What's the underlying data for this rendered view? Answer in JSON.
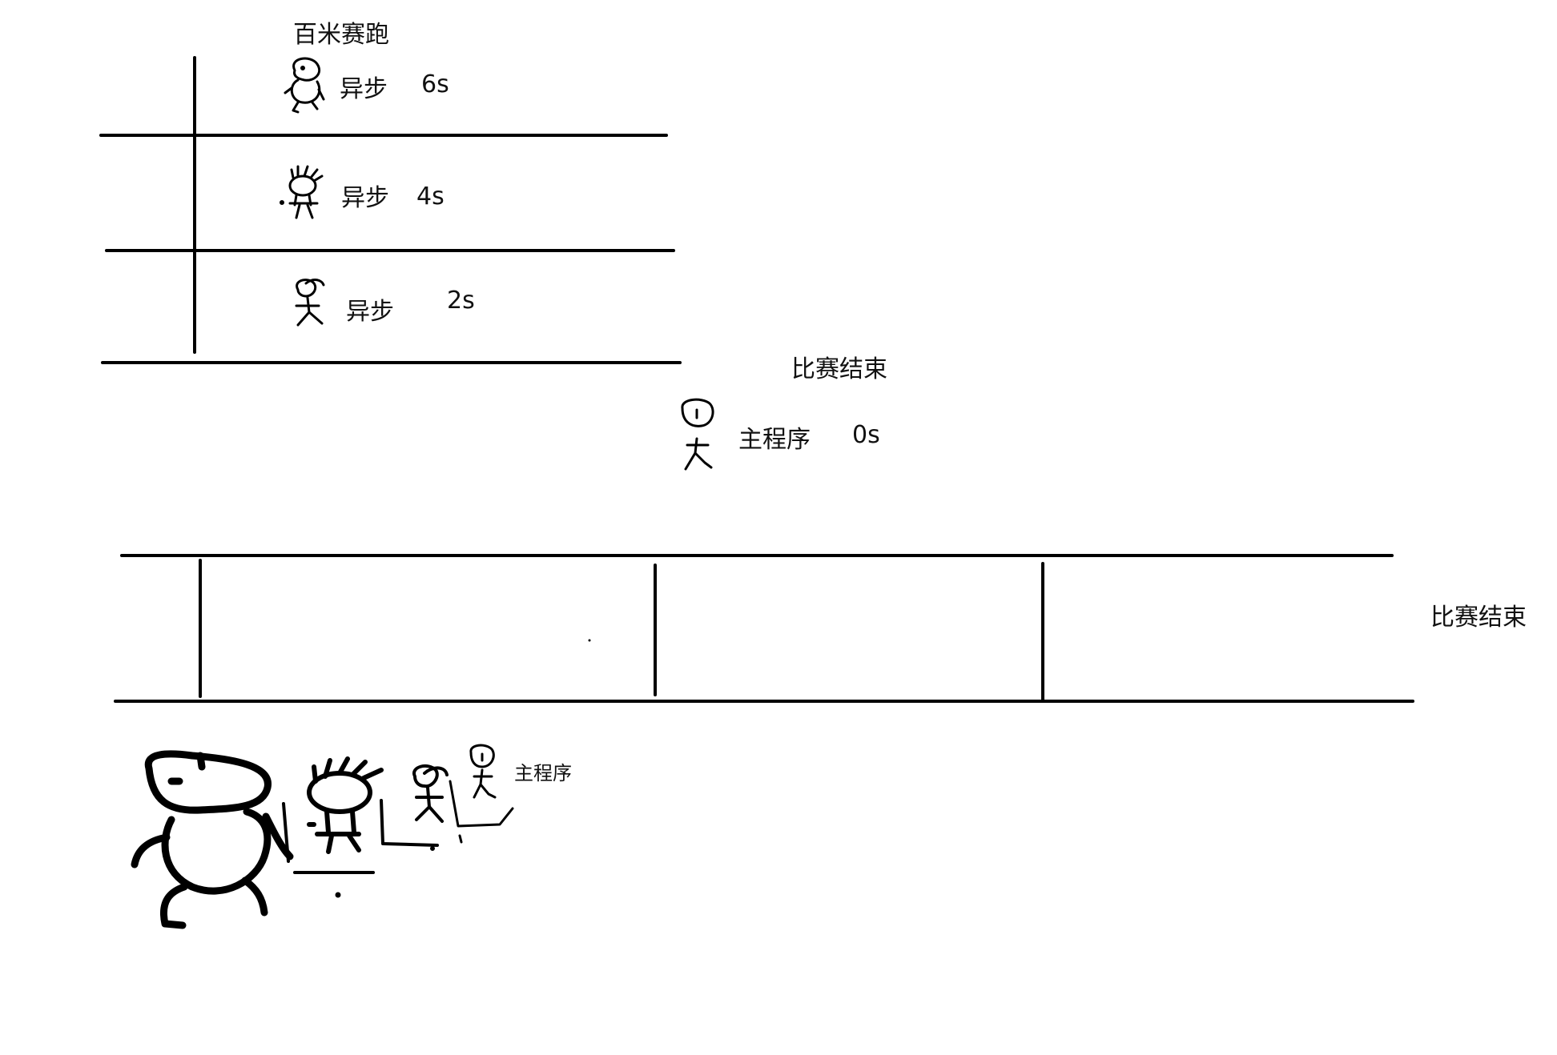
{
  "title": "百米赛跑",
  "lanes": [
    {
      "label": "异步",
      "time": "6s"
    },
    {
      "label": "异步",
      "time": "4s"
    },
    {
      "label": "异步",
      "time": "2s"
    }
  ],
  "race_end_top": "比赛结束",
  "main_program": {
    "label": "主程序",
    "time": "0s"
  },
  "race_end_bottom": "比赛结束",
  "small_label": "主程序"
}
